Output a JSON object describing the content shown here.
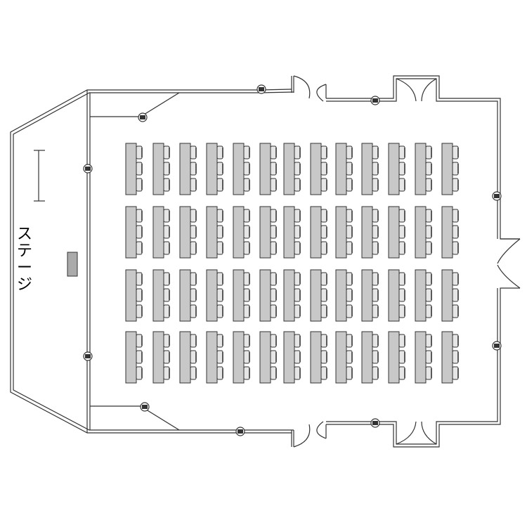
{
  "stage": {
    "label": "ステージ"
  },
  "seating": {
    "block_rows": 4,
    "block_columns": 13,
    "chairs_per_table": 3
  },
  "colors": {
    "wall": "#333333",
    "table_fill": "#c8c8c8",
    "chair_fill": "#e6e6e6",
    "background": "#ffffff"
  },
  "icons": {
    "ceiling_light": "light-fixture-icon",
    "door": "door-swing-icon",
    "lectern": "lectern-icon",
    "podium": "podium-icon"
  }
}
